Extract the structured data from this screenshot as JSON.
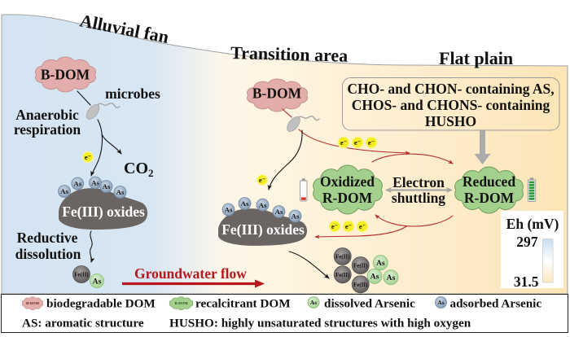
{
  "region_titles": {
    "alluvial_fan": "Alluvial fan",
    "transition_area": "Transition area",
    "flat_plain": "Flat plain"
  },
  "alluvial_fan": {
    "b_dom_label": "B-DOM",
    "microbes_label": "microbes",
    "process_label": [
      "Anaerobic",
      "respiration"
    ],
    "electron": "e⁻",
    "co2": {
      "formula": "CO",
      "subscript": "2"
    },
    "fe3_oxides_label": "Fe(III) oxides",
    "adsorbed_arsenic": [
      "As",
      "As",
      "As",
      "As",
      "As"
    ],
    "dissolution_label": [
      "Reductive",
      "dissolution"
    ],
    "released_fe2": [
      "Fe(II)"
    ],
    "released_arsenic": [
      "As"
    ]
  },
  "groundwater_flow": {
    "label": "Groundwater flow",
    "arrow_direction": "right"
  },
  "transition_area": {
    "b_dom_label": "B-DOM",
    "electron_to_fe3_oxides": [
      "e⁻"
    ],
    "fe3_oxides_label": "Fe(III) oxides",
    "adsorbed_arsenic": [
      "As",
      "As",
      "As",
      "As",
      "As"
    ],
    "released_fe2": [
      "Fe(II)",
      "Fe(II)",
      "Fe(II)",
      "Fe(II)"
    ],
    "released_arsenic": [
      "As",
      "As",
      "As"
    ]
  },
  "electron_shuttling": {
    "label": [
      "Electron",
      "shuttling"
    ],
    "electrons_to_reduced_rdom": [
      "e⁻",
      "e⁻",
      "e⁻"
    ],
    "electrons_to_fe3_oxides": [
      "e⁻",
      "e⁻",
      "e⁻"
    ],
    "oxidized_rdom_label": [
      "Oxidized",
      "R-DOM"
    ],
    "oxidized_rdom_battery": {
      "level": "low",
      "charge_fraction": 0.15
    },
    "reduced_rdom_label": [
      "Reduced",
      "R-DOM"
    ],
    "reduced_rdom_battery": {
      "level": "full",
      "charge_fraction": 1.0
    }
  },
  "flat_plain": {
    "composition_box": [
      "CHO- and CHON- containing AS,",
      "CHOS- and CHONS- containing",
      "HUSHO"
    ]
  },
  "eh_scale": {
    "title": "Eh (mV)",
    "max_value": "297",
    "min_value": "31.5",
    "max_color": "#cadef0",
    "min_color": "#fde8c0"
  },
  "legend": {
    "items": [
      {
        "icon": "pink-cloud",
        "icon_label": "B-DOM",
        "label": "biodegradable DOM"
      },
      {
        "icon": "green-cloud",
        "icon_label": "R-DOM",
        "label": "recalcitrant DOM"
      },
      {
        "icon": "green-circle",
        "icon_label": "As",
        "label": "dissolved Arsenic"
      },
      {
        "icon": "blue-circle",
        "icon_label": "As",
        "label": "adsorbed Arsenic"
      }
    ],
    "abbreviations": [
      "AS: aromatic structure",
      "HUSHO: highly unsaturated structures with high oxygen"
    ]
  },
  "colors": {
    "alluvial_fan_zone": "#d4e4f2",
    "transition_zone": "#fef5e3",
    "flat_plain_zone": "#fce5b6",
    "b_dom": "#e2adab",
    "r_dom": "#a3d08d",
    "adsorbed_arsenic": "#8199b3",
    "dissolved_arsenic": "#a3d291",
    "fe3_oxides": "#6a6462",
    "fe2_ion": "#5d5958",
    "electron": "#f5ee22",
    "groundwater_flow": "#b8161c",
    "electron_transfer": "#b22b28",
    "low_charge": "#d8312b",
    "full_charge": "#2f9b3d",
    "shuttle_arrow": "#a8a8a8"
  }
}
